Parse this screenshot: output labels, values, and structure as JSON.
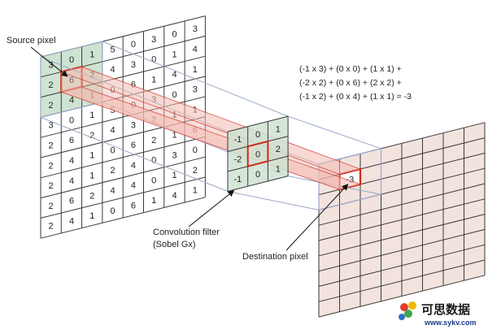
{
  "labels": {
    "source_pixel": "Source pixel",
    "conv_filter_line1": "Convolution filter",
    "conv_filter_line2": "(Sobel Gx)",
    "destination_pixel": "Destination pixel"
  },
  "equation": [
    "(-1 x 3) + (0 x 0) + (1 x 1) +",
    "(-2 x 2) + (0 x 6) + (2 x 2) +",
    "(-1 x 2) + (0 x 4) + (1 x 1)   = -3"
  ],
  "source_grid": [
    [
      "3",
      "0",
      "1",
      "5",
      "0",
      "3",
      "0",
      "3"
    ],
    [
      "2",
      "6",
      "2",
      "4",
      "3",
      "0",
      "1",
      "4"
    ],
    [
      "2",
      "4",
      "1",
      "0",
      "6",
      "1",
      "4",
      "1"
    ],
    [
      "3",
      "0",
      "1",
      "5",
      "0",
      "3",
      "0",
      "3"
    ],
    [
      "2",
      "6",
      "2",
      "4",
      "3",
      "2",
      "1",
      "1"
    ],
    [
      "2",
      "4",
      "1",
      "0",
      "6",
      "2",
      "1",
      "6"
    ],
    [
      "2",
      "4",
      "1",
      "2",
      "4",
      "0",
      "3",
      "0"
    ],
    [
      "2",
      "6",
      "2",
      "4",
      "4",
      "0",
      "1",
      "2"
    ],
    [
      "2",
      "4",
      "1",
      "0",
      "6",
      "1",
      "4",
      "1"
    ]
  ],
  "filter_grid": [
    [
      "-1",
      "0",
      "1"
    ],
    [
      "-2",
      "0",
      "2"
    ],
    [
      "-1",
      "0",
      "1"
    ]
  ],
  "destination_value": "-3",
  "watermark": {
    "brand": "可思数据",
    "url": "www.sykv.com"
  },
  "colors": {
    "grid_line": "#3a3a3a",
    "source_highlight": "#cfe3d2",
    "selection_red": "#cc2a1a",
    "beam_fill": "#f2b9b0",
    "projection_line": "#9aa8c8",
    "destination_fill": "#f3e3de"
  }
}
